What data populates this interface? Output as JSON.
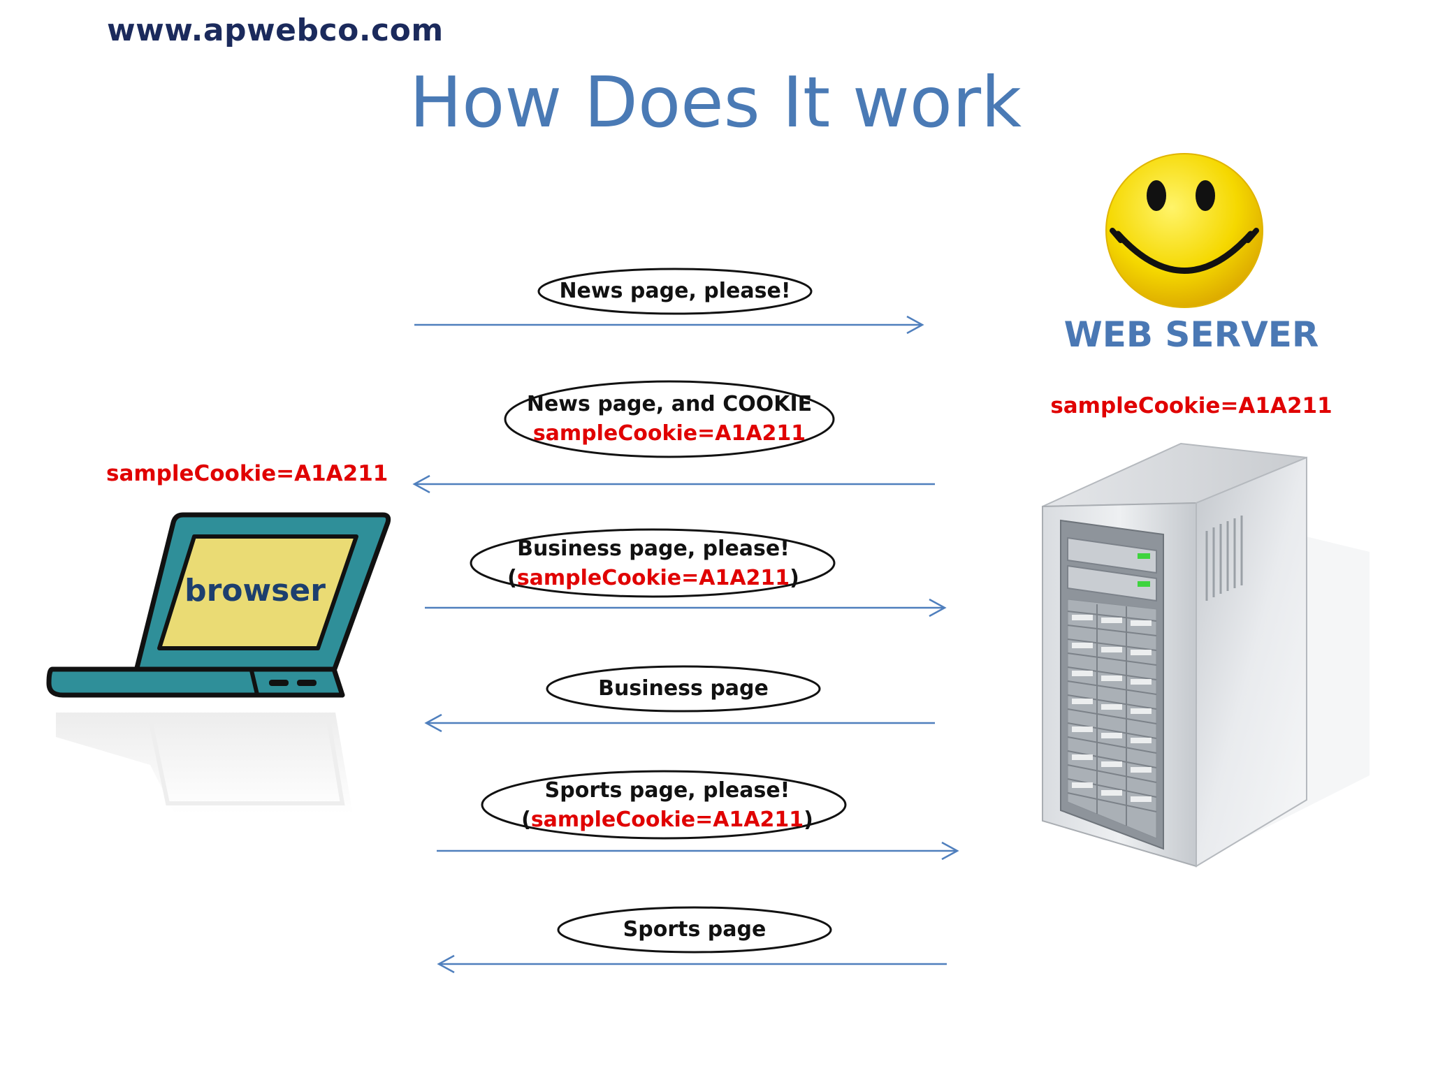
{
  "header": {
    "site": "www.apwebco.com",
    "title": "How Does It work"
  },
  "server": {
    "title": "WEB SERVER",
    "cookie": "sampleCookie=A1A211"
  },
  "browser": {
    "label": "browser",
    "cookie": "sampleCookie=A1A211"
  },
  "messages": [
    {
      "line1": "News page, please!",
      "line2": ""
    },
    {
      "line1": "News page, and COOKIE",
      "line2": "sampleCookie=A1A211"
    },
    {
      "line1": "Business page, please!",
      "line2_open": "(",
      "line2": "sampleCookie=A1A211",
      "line2_close": ")"
    },
    {
      "line1": "Business page",
      "line2": ""
    },
    {
      "line1": "Sports page, please!",
      "line2_open": "(",
      "line2": "sampleCookie=A1A211",
      "line2_close": ")"
    },
    {
      "line1": "Sports page",
      "line2": ""
    }
  ],
  "colors": {
    "arrow": "#4f7fbd",
    "cookie": "#e00000",
    "title": "#4a7ab5",
    "smiley": "#f5d800"
  },
  "icons": [
    "smiley-face-icon",
    "server-tower-icon",
    "laptop-icon"
  ]
}
